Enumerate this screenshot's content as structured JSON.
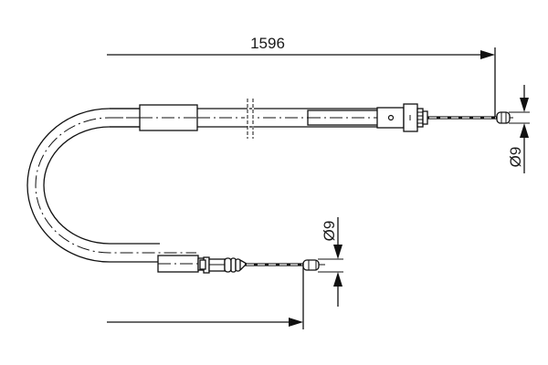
{
  "drawing": {
    "type": "cable technical drawing",
    "colors": {
      "line": "#111111",
      "background": "#ffffff"
    },
    "dimensions": {
      "overall_length": "1596",
      "right_end_diameter": "Ø9",
      "lower_end_diameter": "Ø9"
    },
    "parts": [
      {
        "name": "outer-sheath-upper"
      },
      {
        "name": "sleeve-upper"
      },
      {
        "name": "break-mark"
      },
      {
        "name": "right-end-fitting"
      },
      {
        "name": "right-inner-cable"
      },
      {
        "name": "right-end-nipple"
      },
      {
        "name": "u-bend-sheath"
      },
      {
        "name": "lower-end-fitting"
      },
      {
        "name": "lower-inner-cable"
      },
      {
        "name": "lower-end-nipple"
      }
    ]
  }
}
